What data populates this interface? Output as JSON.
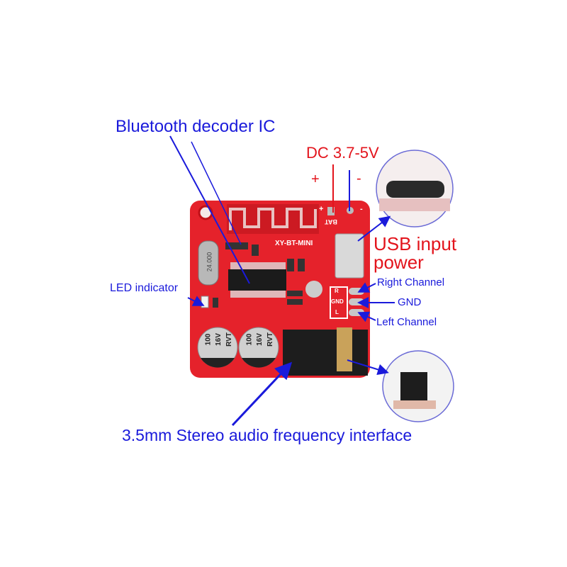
{
  "labels": {
    "bt_ic": "Bluetooth decoder IC",
    "dc": "DC 3.7-5V",
    "plus": "+",
    "minus": "-",
    "usb_line1": "USB input",
    "usb_line2": "power",
    "right_channel": "Right Channel",
    "gnd": "GND",
    "left_channel": "Left Channel",
    "led": "LED indicator",
    "jack": "3.5mm Stereo audio frequency interface"
  },
  "board": {
    "model": "XY-BT-MINI",
    "bat": "BAT",
    "crystal": "24.000",
    "cap_text": [
      "100",
      "16V",
      "RVT"
    ],
    "pad_r": "R",
    "pad_gnd": "GND",
    "pad_l": "L",
    "pad_plus": "+",
    "pad_minus": "-"
  },
  "colors": {
    "annotation_blue": "#1a1adb",
    "annotation_red": "#e3141c",
    "pcb": "#e5222b"
  }
}
